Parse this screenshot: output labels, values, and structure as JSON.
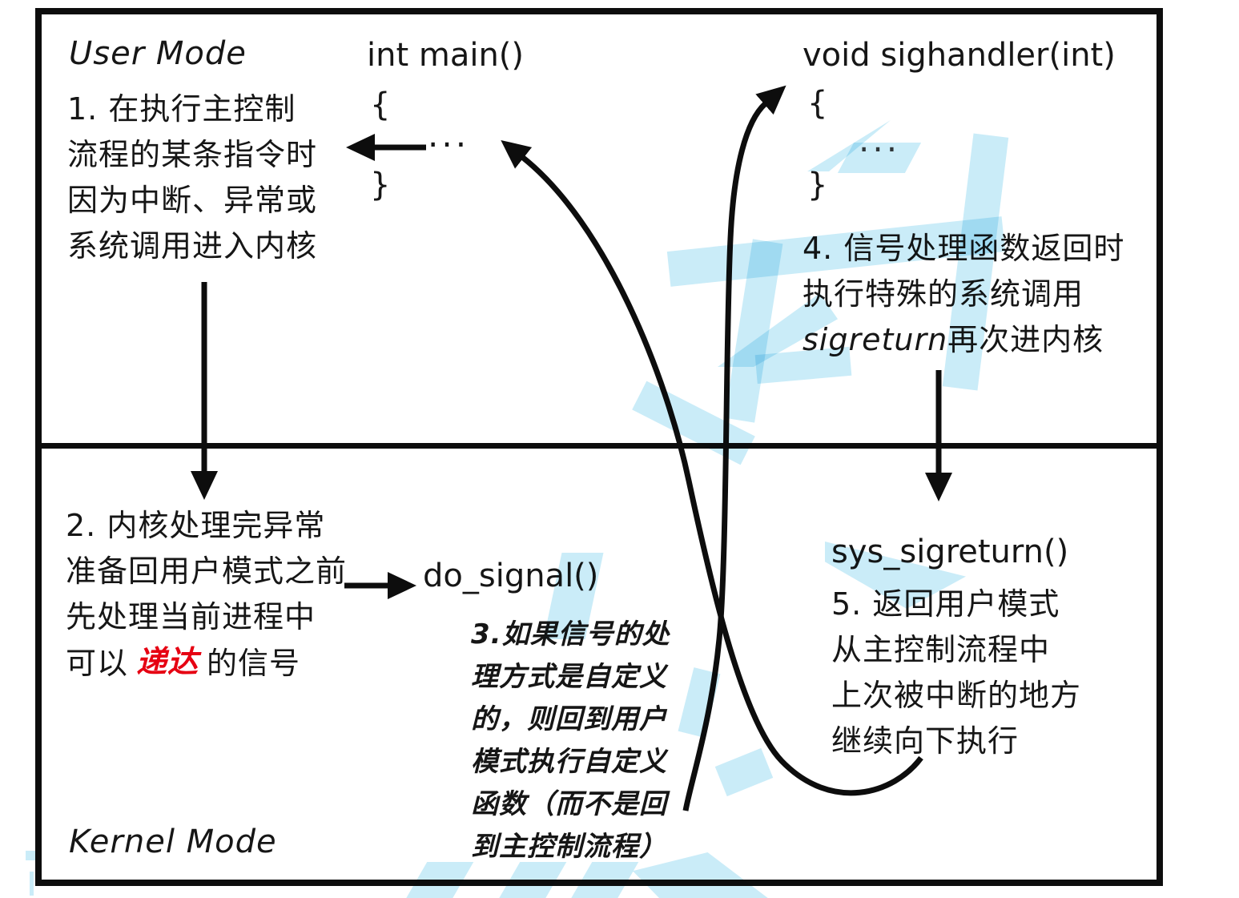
{
  "diagram": {
    "user_mode_label": "User Mode",
    "kernel_mode_label": "Kernel Mode",
    "main_fn": {
      "title": "int main()",
      "open_brace": "{",
      "body_ellipsis": "...",
      "close_brace": "}"
    },
    "sighandler_fn": {
      "title": "void sighandler(int)",
      "open_brace": "{",
      "body_ellipsis": "...",
      "close_brace": "}"
    },
    "do_signal_label": "do_signal()",
    "sys_sigreturn_label": "sys_sigreturn()",
    "step1": {
      "lines": [
        "1. 在执行主控制",
        "流程的某条指令时",
        "因为中断、异常或",
        "系统调用进入内核"
      ]
    },
    "step2": {
      "line1": "2. 内核处理完异常",
      "line2": "准备回用户模式之前",
      "line3": "先处理当前进程中",
      "line4_prefix": "可以",
      "line4_highlight": "递达",
      "line4_suffix": "的信号"
    },
    "step3": {
      "lines": [
        "3.如果信号的处",
        "理方式是自定义",
        "的，则回到用户",
        "模式执行自定义",
        "函数（而不是回",
        "到主控制流程）"
      ]
    },
    "step4": {
      "line1": "4. 信号处理函数返回时",
      "line2": "执行特殊的系统调用",
      "line3_italic": "sigreturn",
      "line3_rest": "再次进内核"
    },
    "step5": {
      "lines": [
        "5. 返回用户模式",
        "从主控制流程中",
        "上次被中断的地方",
        "继续向下执行"
      ]
    },
    "colors": {
      "line_black": "#0d0d0d",
      "highlight_red": "#e60012",
      "watermark_cyan": "#9edcf2"
    }
  }
}
